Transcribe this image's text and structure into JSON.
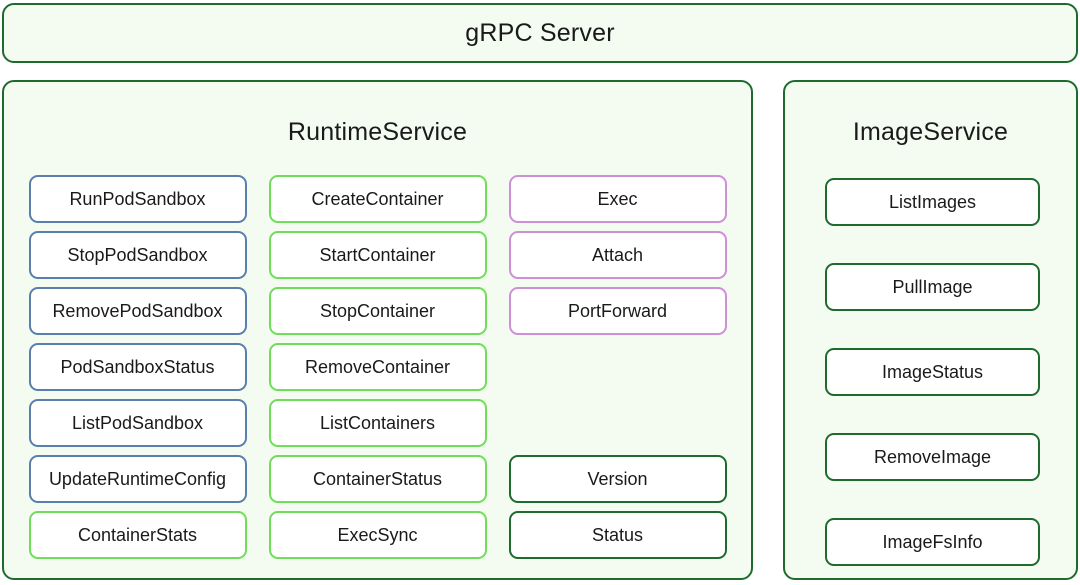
{
  "header": {
    "title": "gRPC Server"
  },
  "colors": {
    "panel_border": "#1e6b2e",
    "panel_fill": "#f4fbf1",
    "box_fill": "#ffffff",
    "accent_blue": "#5b7fad",
    "accent_green": "#6fdd5a",
    "accent_purple": "#cf8fd8",
    "accent_dark_green": "#1e6b2e",
    "page_background": "#ffffff",
    "text": "#1a1a1a"
  },
  "runtime_service": {
    "title": "RuntimeService",
    "columns": [
      {
        "name": "pod-sandbox-methods",
        "items": [
          {
            "label": "RunPodSandbox",
            "accent": "blue",
            "empty": false
          },
          {
            "label": "StopPodSandbox",
            "accent": "blue",
            "empty": false
          },
          {
            "label": "RemovePodSandbox",
            "accent": "blue",
            "empty": false
          },
          {
            "label": "PodSandboxStatus",
            "accent": "blue",
            "empty": false
          },
          {
            "label": "ListPodSandbox",
            "accent": "blue",
            "empty": false
          },
          {
            "label": "UpdateRuntimeConfig",
            "accent": "blue",
            "empty": false
          },
          {
            "label": "ContainerStats",
            "accent": "green",
            "empty": false
          }
        ]
      },
      {
        "name": "container-methods",
        "items": [
          {
            "label": "CreateContainer",
            "accent": "green",
            "empty": false
          },
          {
            "label": "StartContainer",
            "accent": "green",
            "empty": false
          },
          {
            "label": "StopContainer",
            "accent": "green",
            "empty": false
          },
          {
            "label": "RemoveContainer",
            "accent": "green",
            "empty": false
          },
          {
            "label": "ListContainers",
            "accent": "green",
            "empty": false
          },
          {
            "label": "ContainerStatus",
            "accent": "green",
            "empty": false
          },
          {
            "label": "ExecSync",
            "accent": "green",
            "empty": false
          }
        ]
      },
      {
        "name": "streaming-and-runtime-methods",
        "items": [
          {
            "label": "Exec",
            "accent": "purple",
            "empty": false
          },
          {
            "label": "Attach",
            "accent": "purple",
            "empty": false
          },
          {
            "label": "PortForward",
            "accent": "purple",
            "empty": false
          },
          {
            "label": "",
            "accent": "none",
            "empty": true
          },
          {
            "label": "",
            "accent": "none",
            "empty": true
          },
          {
            "label": "Version",
            "accent": "dgreen",
            "empty": false
          },
          {
            "label": "Status",
            "accent": "dgreen",
            "empty": false
          }
        ]
      }
    ]
  },
  "image_service": {
    "title": "ImageService",
    "items": [
      {
        "label": "ListImages",
        "accent": "dgreen"
      },
      {
        "label": "PullImage",
        "accent": "dgreen"
      },
      {
        "label": "ImageStatus",
        "accent": "dgreen"
      },
      {
        "label": "RemoveImage",
        "accent": "dgreen"
      },
      {
        "label": "ImageFsInfo",
        "accent": "dgreen"
      }
    ]
  }
}
